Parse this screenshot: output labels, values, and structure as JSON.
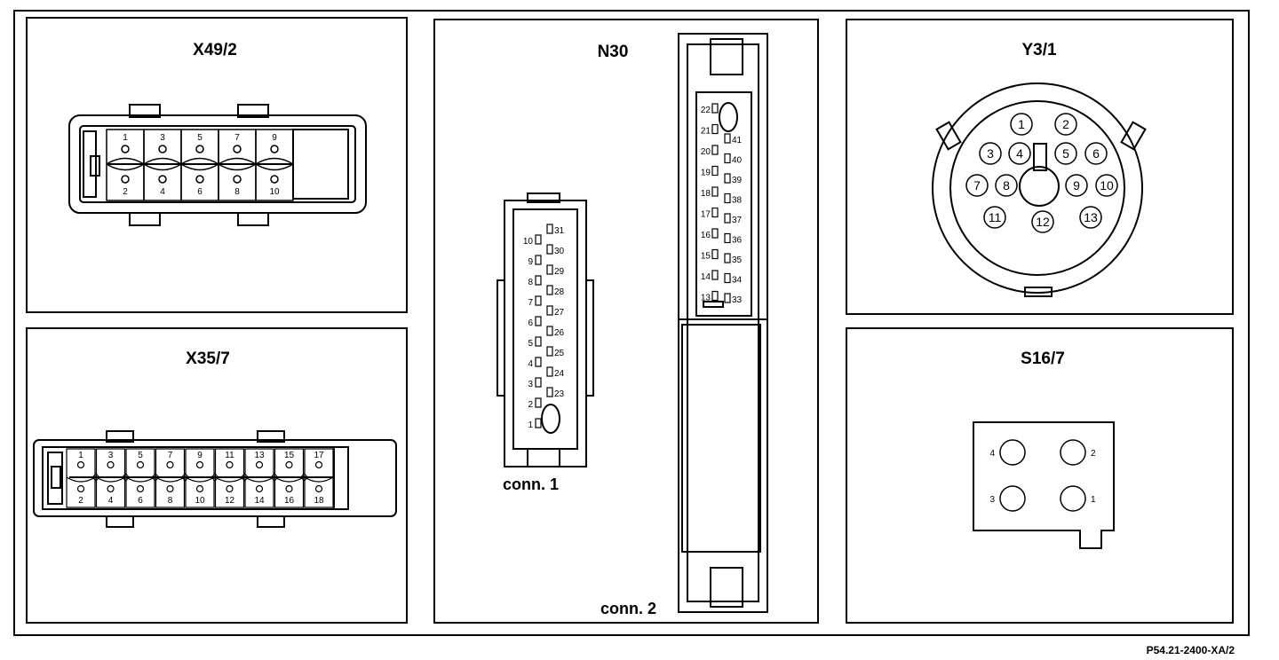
{
  "panels": {
    "x49": {
      "title": "X49/2",
      "pins_top": [
        "1",
        "3",
        "5",
        "7",
        "9"
      ],
      "pins_bottom": [
        "2",
        "4",
        "6",
        "8",
        "10"
      ]
    },
    "x35": {
      "title": "X35/7",
      "pins_top": [
        "1",
        "3",
        "5",
        "7",
        "9",
        "11",
        "13",
        "15",
        "17"
      ],
      "pins_bottom": [
        "2",
        "4",
        "6",
        "8",
        "10",
        "12",
        "14",
        "16",
        "18"
      ]
    },
    "n30": {
      "title": "N30",
      "conn1_label": "conn. 1",
      "conn2_label": "conn. 2",
      "conn1_left": [
        "10",
        "9",
        "8",
        "7",
        "6",
        "5",
        "4",
        "3",
        "2",
        "1"
      ],
      "conn1_right": [
        "31",
        "30",
        "29",
        "28",
        "27",
        "26",
        "25",
        "24",
        "23"
      ],
      "conn2_left": [
        "22",
        "21",
        "20",
        "19",
        "18",
        "17",
        "16",
        "15",
        "14",
        "13"
      ],
      "conn2_right": [
        "41",
        "40",
        "39",
        "38",
        "37",
        "36",
        "35",
        "34",
        "33"
      ]
    },
    "y3": {
      "title": "Y3/1",
      "pins": [
        "1",
        "2",
        "3",
        "4",
        "5",
        "6",
        "7",
        "8",
        "9",
        "10",
        "11",
        "12",
        "13"
      ]
    },
    "s16": {
      "title": "S16/7",
      "pins": [
        "4",
        "2",
        "3",
        "1"
      ]
    }
  },
  "figure_ref": "P54.21-2400-XA/2"
}
